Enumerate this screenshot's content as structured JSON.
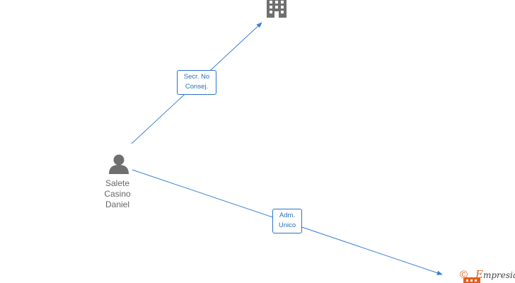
{
  "person": {
    "name_lines": [
      "Salete",
      "Casino",
      "Daniel"
    ]
  },
  "edges": [
    {
      "id": "secr",
      "label_lines": [
        "Secr.  No",
        "Consej."
      ]
    },
    {
      "id": "adm",
      "label_lines": [
        "Adm.",
        "Unico"
      ]
    }
  ],
  "colors": {
    "edge": "#3a7fd6",
    "label_border": "#2a73c9",
    "label_text": "#2a6fb8",
    "node_gray": "#6f6f6f",
    "text_gray": "#666666",
    "watermark_orange": "#e3601c"
  },
  "icons": {
    "person": "person-icon",
    "company": "building-icon",
    "company_partial": "building-icon-orange"
  },
  "watermark": {
    "copyright": "©",
    "initial": "E",
    "rest": "mpresia"
  }
}
